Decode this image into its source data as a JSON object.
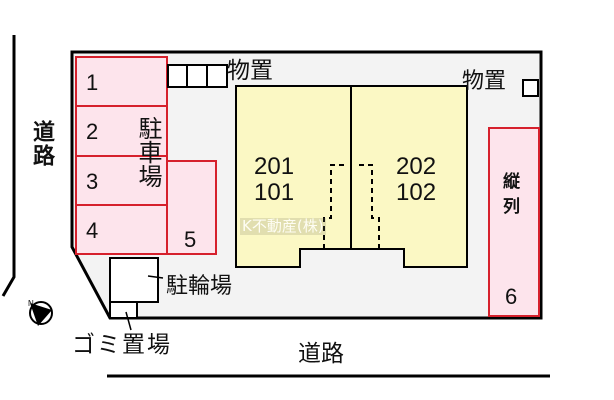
{
  "road_left": "道路",
  "road_bottom": "道路",
  "parking_label": "駐車場",
  "parking_spaces": [
    "1",
    "2",
    "3",
    "4",
    "5",
    "6"
  ],
  "tandem_label": "縦列",
  "storage_label_left": "物置",
  "storage_label_right": "物置",
  "bicycle_parking": "駐輪場",
  "garbage_area": "ゴミ置場",
  "units": {
    "left_upper": "201",
    "left_lower": "101",
    "right_upper": "202",
    "right_lower": "102"
  },
  "watermark": "K不動産(株)",
  "colors": {
    "parking_fill": "#fde4ec",
    "parking_border": "#d6202c",
    "building_fill": "#fbf8c4",
    "site_fill": "#f3f3f3"
  }
}
